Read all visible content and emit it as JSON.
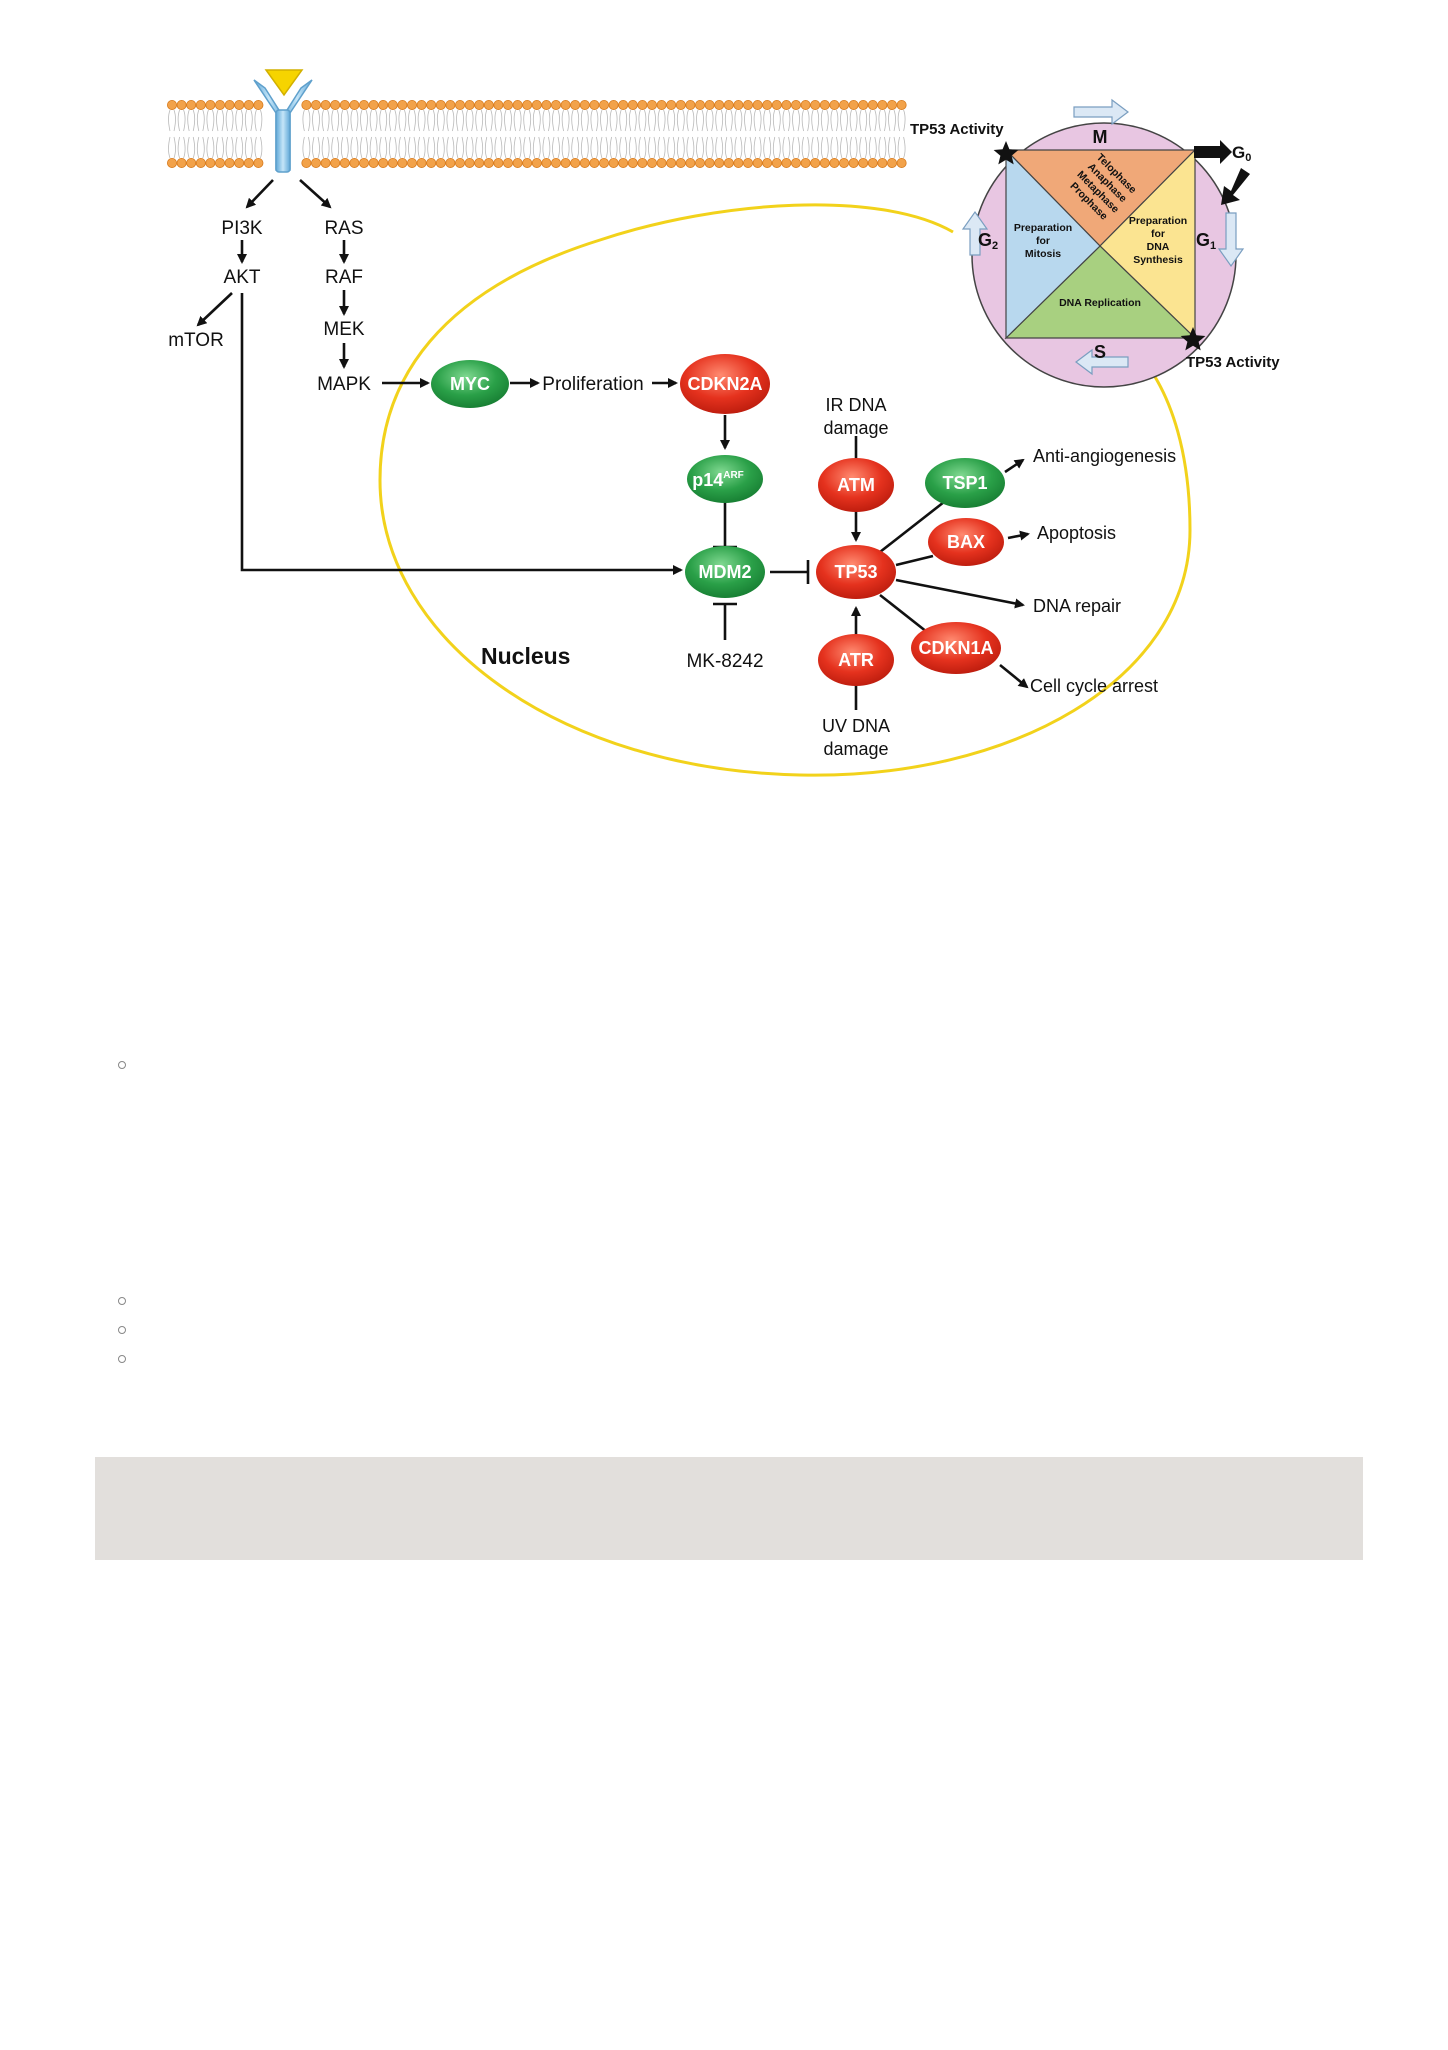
{
  "diagram": {
    "pathway": [
      "PI3K",
      "AKT",
      "mTOR",
      "RAS",
      "RAF",
      "MEK",
      "MAPK",
      "Proliferation",
      "MK-8242"
    ],
    "nodes": {
      "myc": "MYC",
      "cdkn2a": "CDKN2A",
      "p14_base": "p14",
      "p14_sup": "ARF",
      "mdm2": "MDM2",
      "tp53": "TP53",
      "atm": "ATM",
      "atr": "ATR",
      "tsp1": "TSP1",
      "bax": "BAX",
      "cdkn1a": "CDKN1A"
    },
    "ir_damage": [
      "IR DNA",
      "damage"
    ],
    "uv_damage": [
      "UV DNA",
      "damage"
    ],
    "outcomes": [
      "Anti-angiogenesis",
      "Apoptosis",
      "DNA repair",
      "Cell cycle arrest"
    ],
    "nucleus_label": "Nucleus",
    "cell_cycle": {
      "tp53_activity": "TP53 Activity",
      "phase_m": "M",
      "phase_s": "S",
      "g0_base": "G",
      "g0_sub": "0",
      "g1_base": "G",
      "g1_sub": "1",
      "g2_base": "G",
      "g2_sub": "2",
      "mitosis_steps": [
        "Telophase",
        "Anaphase",
        "Metaphase",
        "Prophase"
      ],
      "prep_mitosis": [
        "Preparation",
        "for",
        "Mitosis"
      ],
      "prep_dna": [
        "Preparation",
        "for",
        "DNA",
        "Synthesis"
      ],
      "dna_replication": "DNA Replication"
    },
    "colors": {
      "red_node": "#e5321e",
      "green_node": "#2aa048",
      "nucleus": "#f2d21b",
      "membrane": "#f2a24a",
      "receptor": "#8fc8ea",
      "ligand": "#f6d400",
      "cycle_ring": "#e8c6e2",
      "quad_m": "#f0a878",
      "quad_g1": "#fbe491",
      "quad_s": "#a8d080",
      "quad_g2": "#b8d8ee"
    }
  }
}
